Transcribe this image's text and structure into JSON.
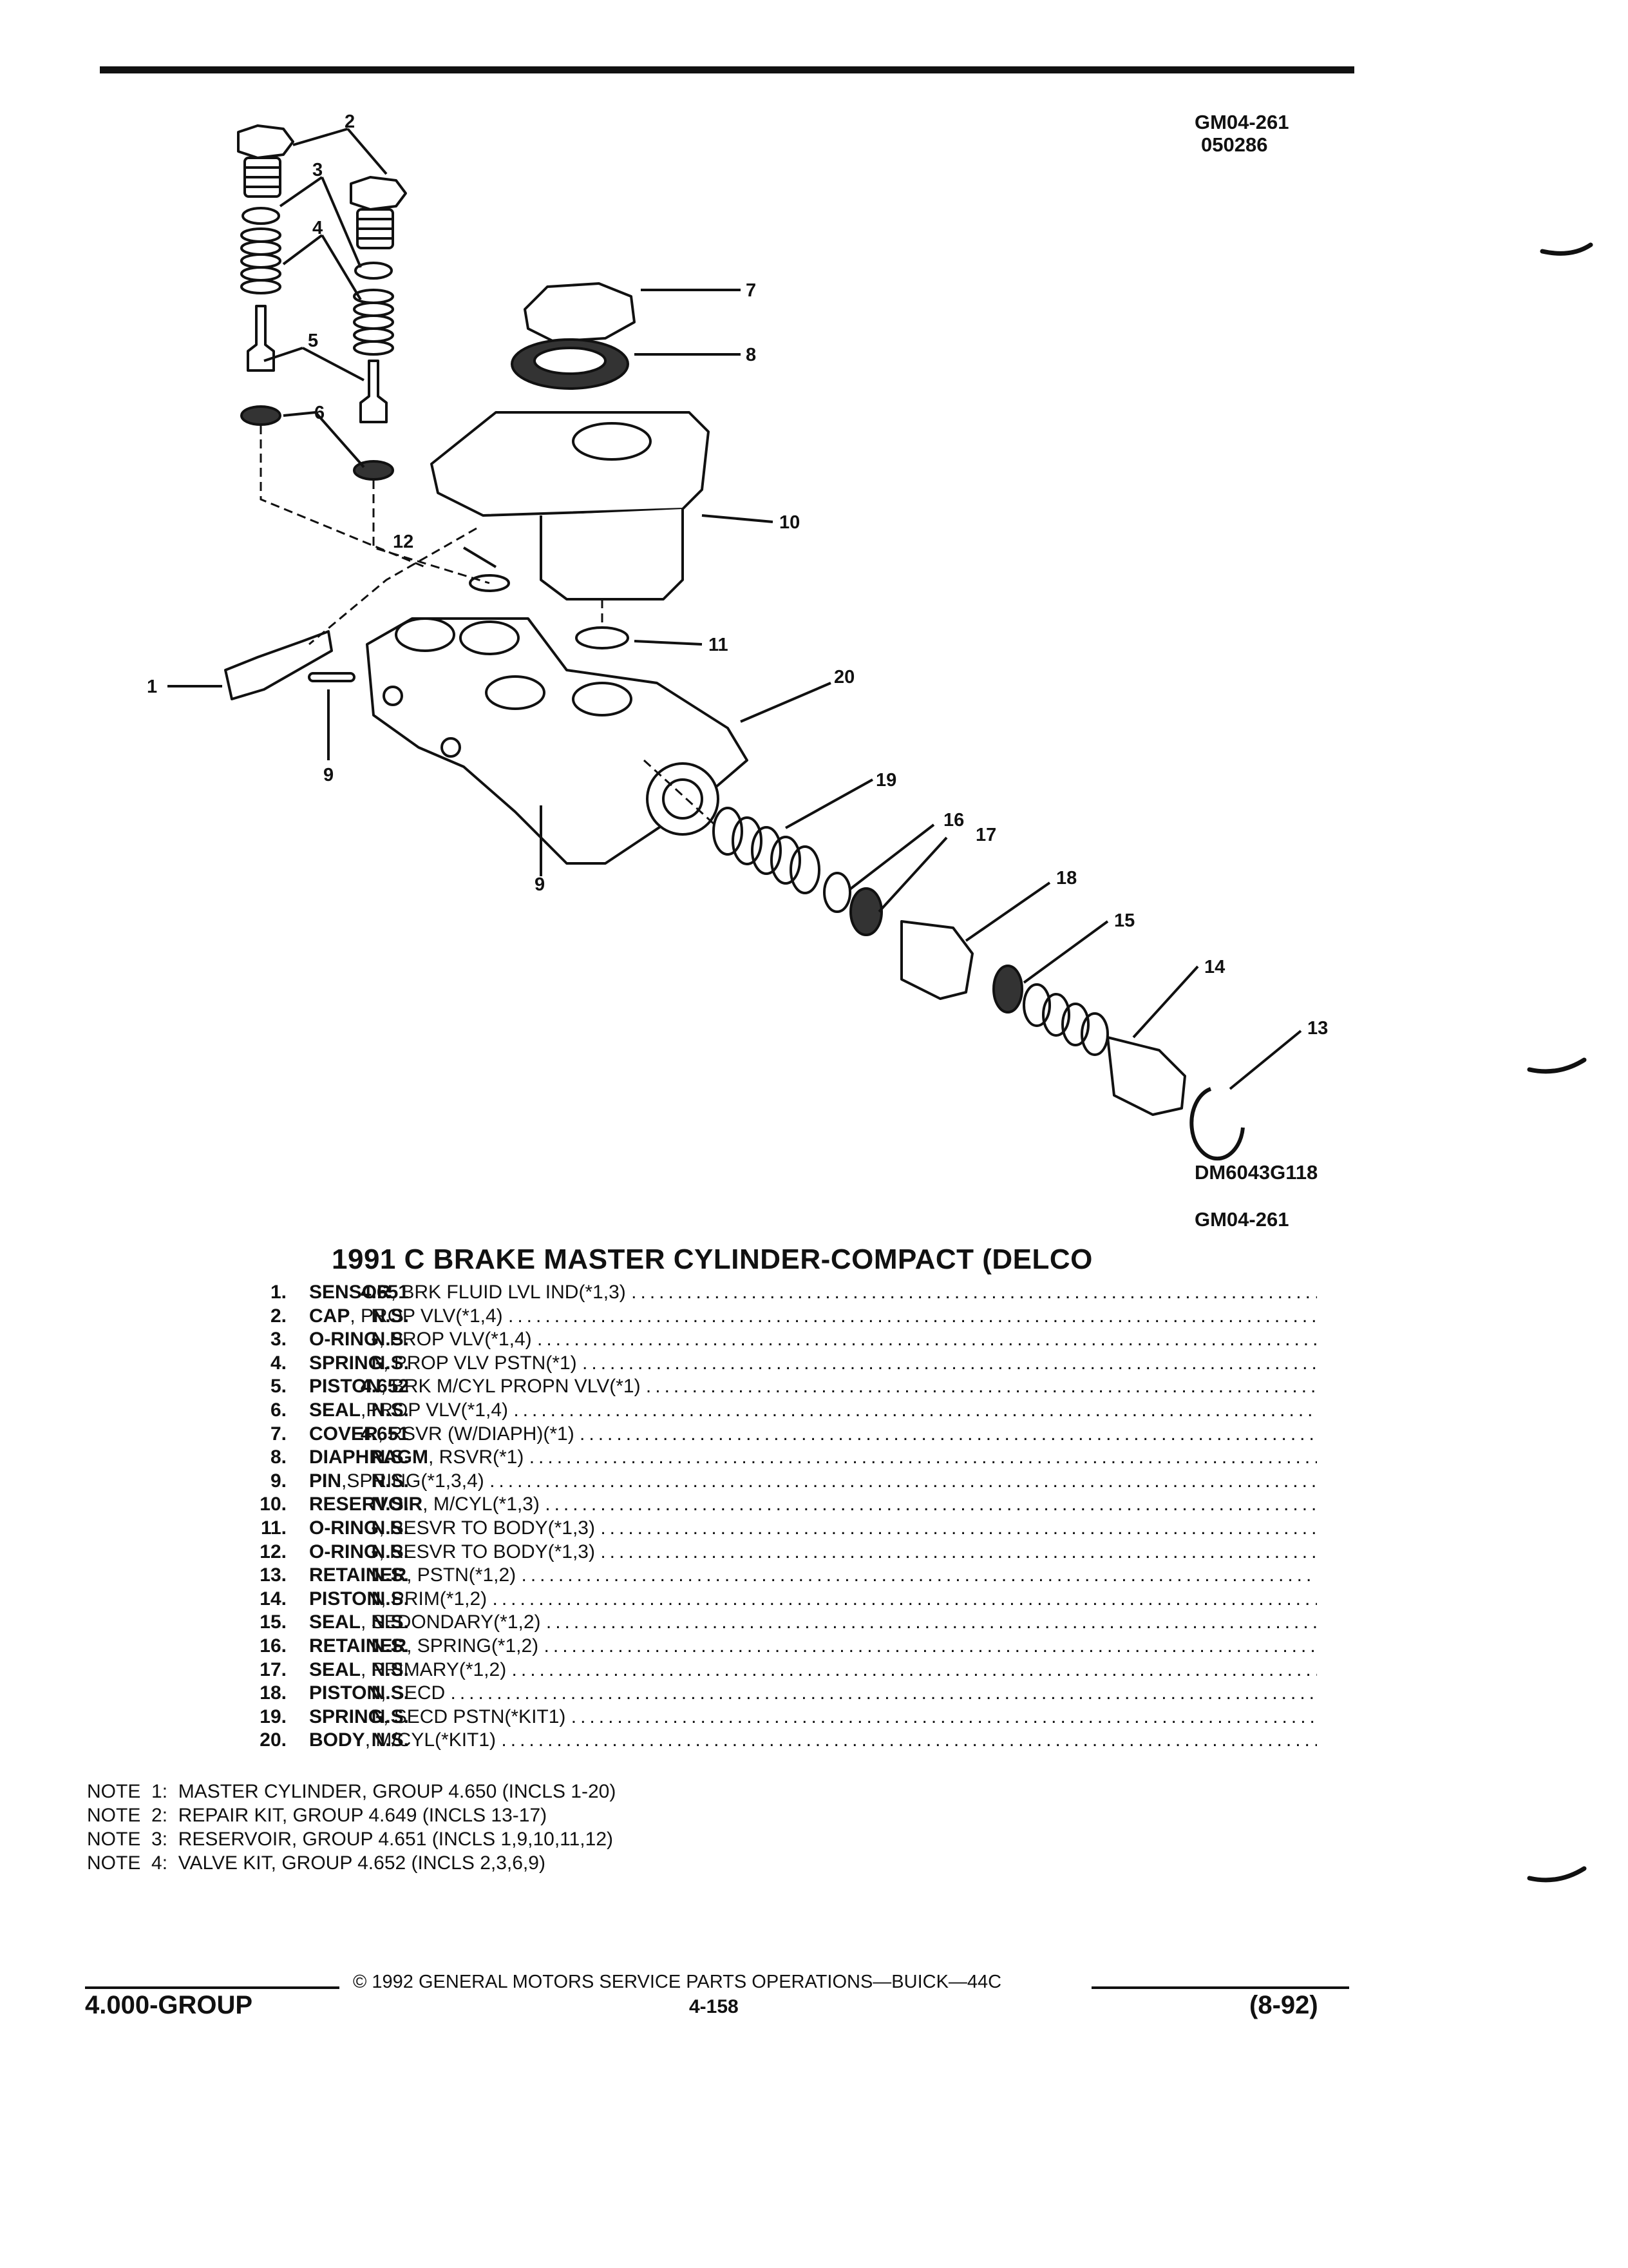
{
  "header": {
    "figure_code": "GM04-261",
    "figure_number": "050286"
  },
  "diagram": {
    "drawing_id": "DM6043G118",
    "figure_code_bottom": "GM04-261",
    "callouts": [
      "1",
      "2",
      "3",
      "4",
      "5",
      "6",
      "7",
      "8",
      "9",
      "9",
      "10",
      "11",
      "12",
      "13",
      "14",
      "15",
      "16",
      "17",
      "18",
      "19",
      "20"
    ]
  },
  "parts_list": {
    "title": "1991 C BRAKE MASTER CYLINDER-COMPACT (DELCO",
    "items": [
      {
        "num": "1.",
        "group": "4.651",
        "name": "SENSOR",
        "desc": ", BRK FLUID LVL IND(*1,3)"
      },
      {
        "num": "2.",
        "group": "N.S.",
        "name": "CAP",
        "desc": ", PROP VLV(*1,4)"
      },
      {
        "num": "3.",
        "group": "N.S.",
        "name": "O-RING",
        "desc": ", PROP VLV(*1,4)"
      },
      {
        "num": "4.",
        "group": "N.S.",
        "name": "SPRING",
        "desc": ", PROP VLV PSTN(*1)"
      },
      {
        "num": "5.",
        "group": "4.652",
        "name": "PISTON",
        "desc": ", BRK M/CYL PROPN VLV(*1)"
      },
      {
        "num": "6.",
        "group": "N.S.",
        "name": "SEAL",
        "desc": ",PROP VLV(*1,4)"
      },
      {
        "num": "7.",
        "group": "4.651",
        "name": "COVER",
        "desc": ", RSVR (W/DIAPH)(*1)"
      },
      {
        "num": "8.",
        "group": "N.S.",
        "name": "DIAPHRAGM",
        "desc": ", RSVR(*1)"
      },
      {
        "num": "9.",
        "group": "N.S.",
        "name": "PIN",
        "desc": ",SPRING(*1,3,4)"
      },
      {
        "num": "10.",
        "group": "N.S.",
        "name": "RESERVOIR",
        "desc": ", M/CYL(*1,3)"
      },
      {
        "num": "11.",
        "group": "N.S.",
        "name": "O-RING",
        "desc": ", RESVR TO BODY(*1,3)"
      },
      {
        "num": "12.",
        "group": "N.S.",
        "name": "O-RING",
        "desc": ", RESVR TO BODY(*1,3)"
      },
      {
        "num": "13.",
        "group": "N.S.",
        "name": "RETAINER",
        "desc": ", PSTN(*1,2)"
      },
      {
        "num": "14.",
        "group": "N.S.",
        "name": "PISTON",
        "desc": ", PRIM(*1,2)"
      },
      {
        "num": "15.",
        "group": "N.S.",
        "name": "SEAL",
        "desc": ", SEDONDARY(*1,2)"
      },
      {
        "num": "16.",
        "group": "N.S.",
        "name": "RETAINER",
        "desc": ", SPRING(*1,2)"
      },
      {
        "num": "17.",
        "group": "N.S.",
        "name": "SEAL",
        "desc": ", PRIMARY(*1,2)"
      },
      {
        "num": "18.",
        "group": "N.S.",
        "name": "PISTON",
        "desc": ", SECD"
      },
      {
        "num": "19.",
        "group": "N.S.",
        "name": "SPRING",
        "desc": ", SECD PSTN(*KIT1)"
      },
      {
        "num": "20.",
        "group": "N.S.",
        "name": "BODY",
        "desc": ", M/CYL(*KIT1)"
      }
    ]
  },
  "notes": [
    "NOTE  1:  MASTER CYLINDER, GROUP 4.650 (INCLS 1-20)",
    "NOTE  2:  REPAIR KIT, GROUP 4.649 (INCLS 13-17)",
    "NOTE  3:  RESERVOIR, GROUP 4.651 (INCLS 1,9,10,11,12)",
    "NOTE  4:  VALVE KIT, GROUP 4.652 (INCLS 2,3,6,9)"
  ],
  "footer": {
    "copyright": "© 1992  GENERAL MOTORS SERVICE PARTS OPERATIONS—BUICK—44C",
    "group": "4.000-GROUP",
    "page": "4-158",
    "date": "(8-92)"
  },
  "leader_dots": "......................................................................................................................................"
}
